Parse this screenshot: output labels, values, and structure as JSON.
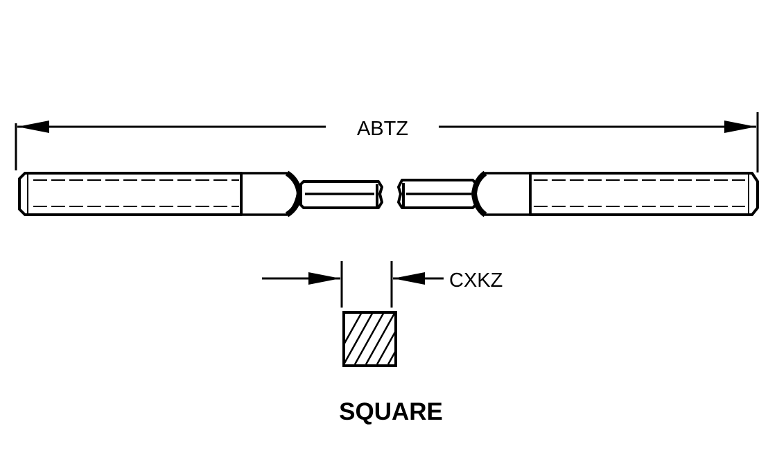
{
  "labels": {
    "overall_length": "ABTZ",
    "square_width": "CXKZ",
    "section_title": "SQUARE"
  },
  "colors": {
    "ink": "#000000",
    "paper": "#ffffff"
  }
}
